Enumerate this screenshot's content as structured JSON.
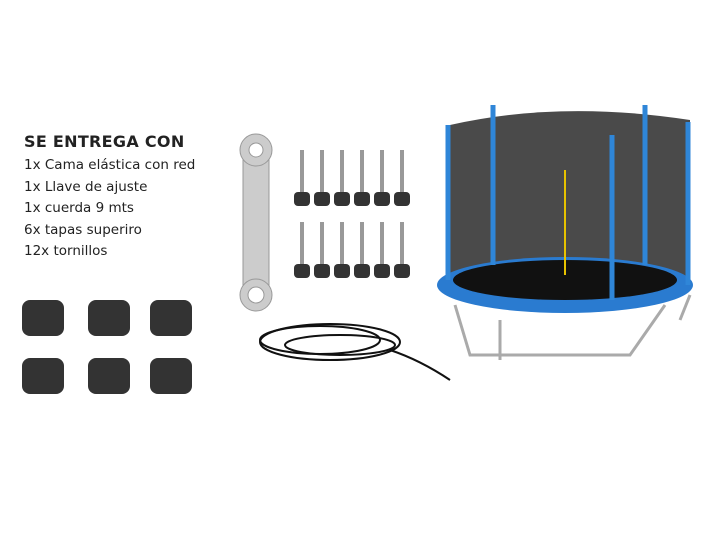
{
  "heading": "SE ENTREGA CON",
  "items": [
    "1x Cama elástica con red",
    "1x Llave de ajuste",
    "1x cuerda 9 mts",
    "6x tapas superiro",
    "12x tornillos"
  ]
}
